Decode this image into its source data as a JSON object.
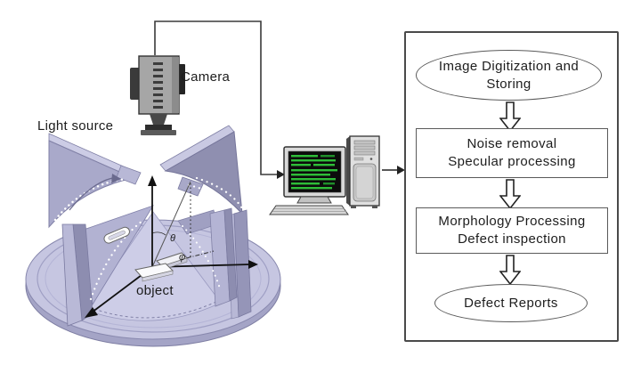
{
  "scene": {
    "labels": {
      "light_source": "Light source",
      "camera": "Camera",
      "object": "object",
      "theta": "θ",
      "phi": "φ"
    },
    "colors": {
      "rig_light": "#c9c9e3",
      "rig_mid": "#a8a8ca",
      "rig_dark": "#8d8db0",
      "base_top": "#c6c6e1",
      "screen_bg": "#0c0c0c",
      "screen_text_green": "#2ebd38",
      "line_black": "#222222"
    }
  },
  "computer": {
    "type": "desktop workstation with CRT monitor, keyboard and tower"
  },
  "flowchart": {
    "steps": [
      {
        "shape": "ellipse",
        "line1": "Image Digitization and",
        "line2": "Storing"
      },
      {
        "shape": "rect",
        "line1": "Noise removal",
        "line2": "Specular processing"
      },
      {
        "shape": "rect",
        "line1": "Morphology Processing",
        "line2": "Defect inspection"
      },
      {
        "shape": "ellipse",
        "line1": "Defect Reports",
        "line2": ""
      }
    ]
  },
  "icons": {
    "camera-icon": "industrial camera pictogram",
    "computer-icon": "desktop PC pictogram",
    "flow-arrow-icon": "hollow block arrow, downward",
    "wire-arrow-icon": "connector arrowhead"
  }
}
